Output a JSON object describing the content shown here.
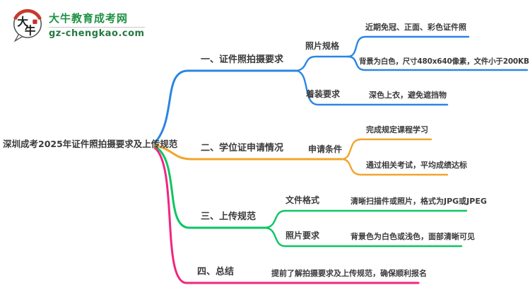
{
  "logo": {
    "title": "大牛教育成考网",
    "domain": "gz-chengkao.com",
    "icon_char_top": "大",
    "icon_char_bottom": "牛",
    "brand_green": "#1f9144",
    "brand_red": "#c93a2c"
  },
  "root": {
    "label": "深圳成考2025年证件照拍摄要求及上传规范"
  },
  "branches": [
    {
      "label": "一、证件照拍摄要求",
      "color": "#2b85e4",
      "children": [
        {
          "label": "照片规格",
          "leaves": [
            "近期免冠、正面、彩色证件照",
            "背景为白色，尺寸480x640像素，文件小于200KB"
          ]
        },
        {
          "label": "着装要求",
          "leaves": [
            "深色上衣，避免遮挡物"
          ]
        }
      ]
    },
    {
      "label": "二、学位证申请情况",
      "color": "#f3a42b",
      "children": [
        {
          "label": "申请条件",
          "leaves": [
            "完成规定课程学习",
            "通过相关考试，平均成绩达标"
          ]
        }
      ]
    },
    {
      "label": "三、上传规范",
      "color": "#0cc563",
      "children": [
        {
          "label": "文件格式",
          "leaves": [
            "清晰扫描件或照片，格式为JPG或JPEG"
          ]
        },
        {
          "label": "照片要求",
          "leaves": [
            "背景色为白色或浅色，面部清晰可见"
          ]
        }
      ]
    },
    {
      "label": "四、总结",
      "color": "#f3247f",
      "leaves": [
        "提前了解拍摄要求及上传规范，确保顺利报名"
      ]
    }
  ]
}
